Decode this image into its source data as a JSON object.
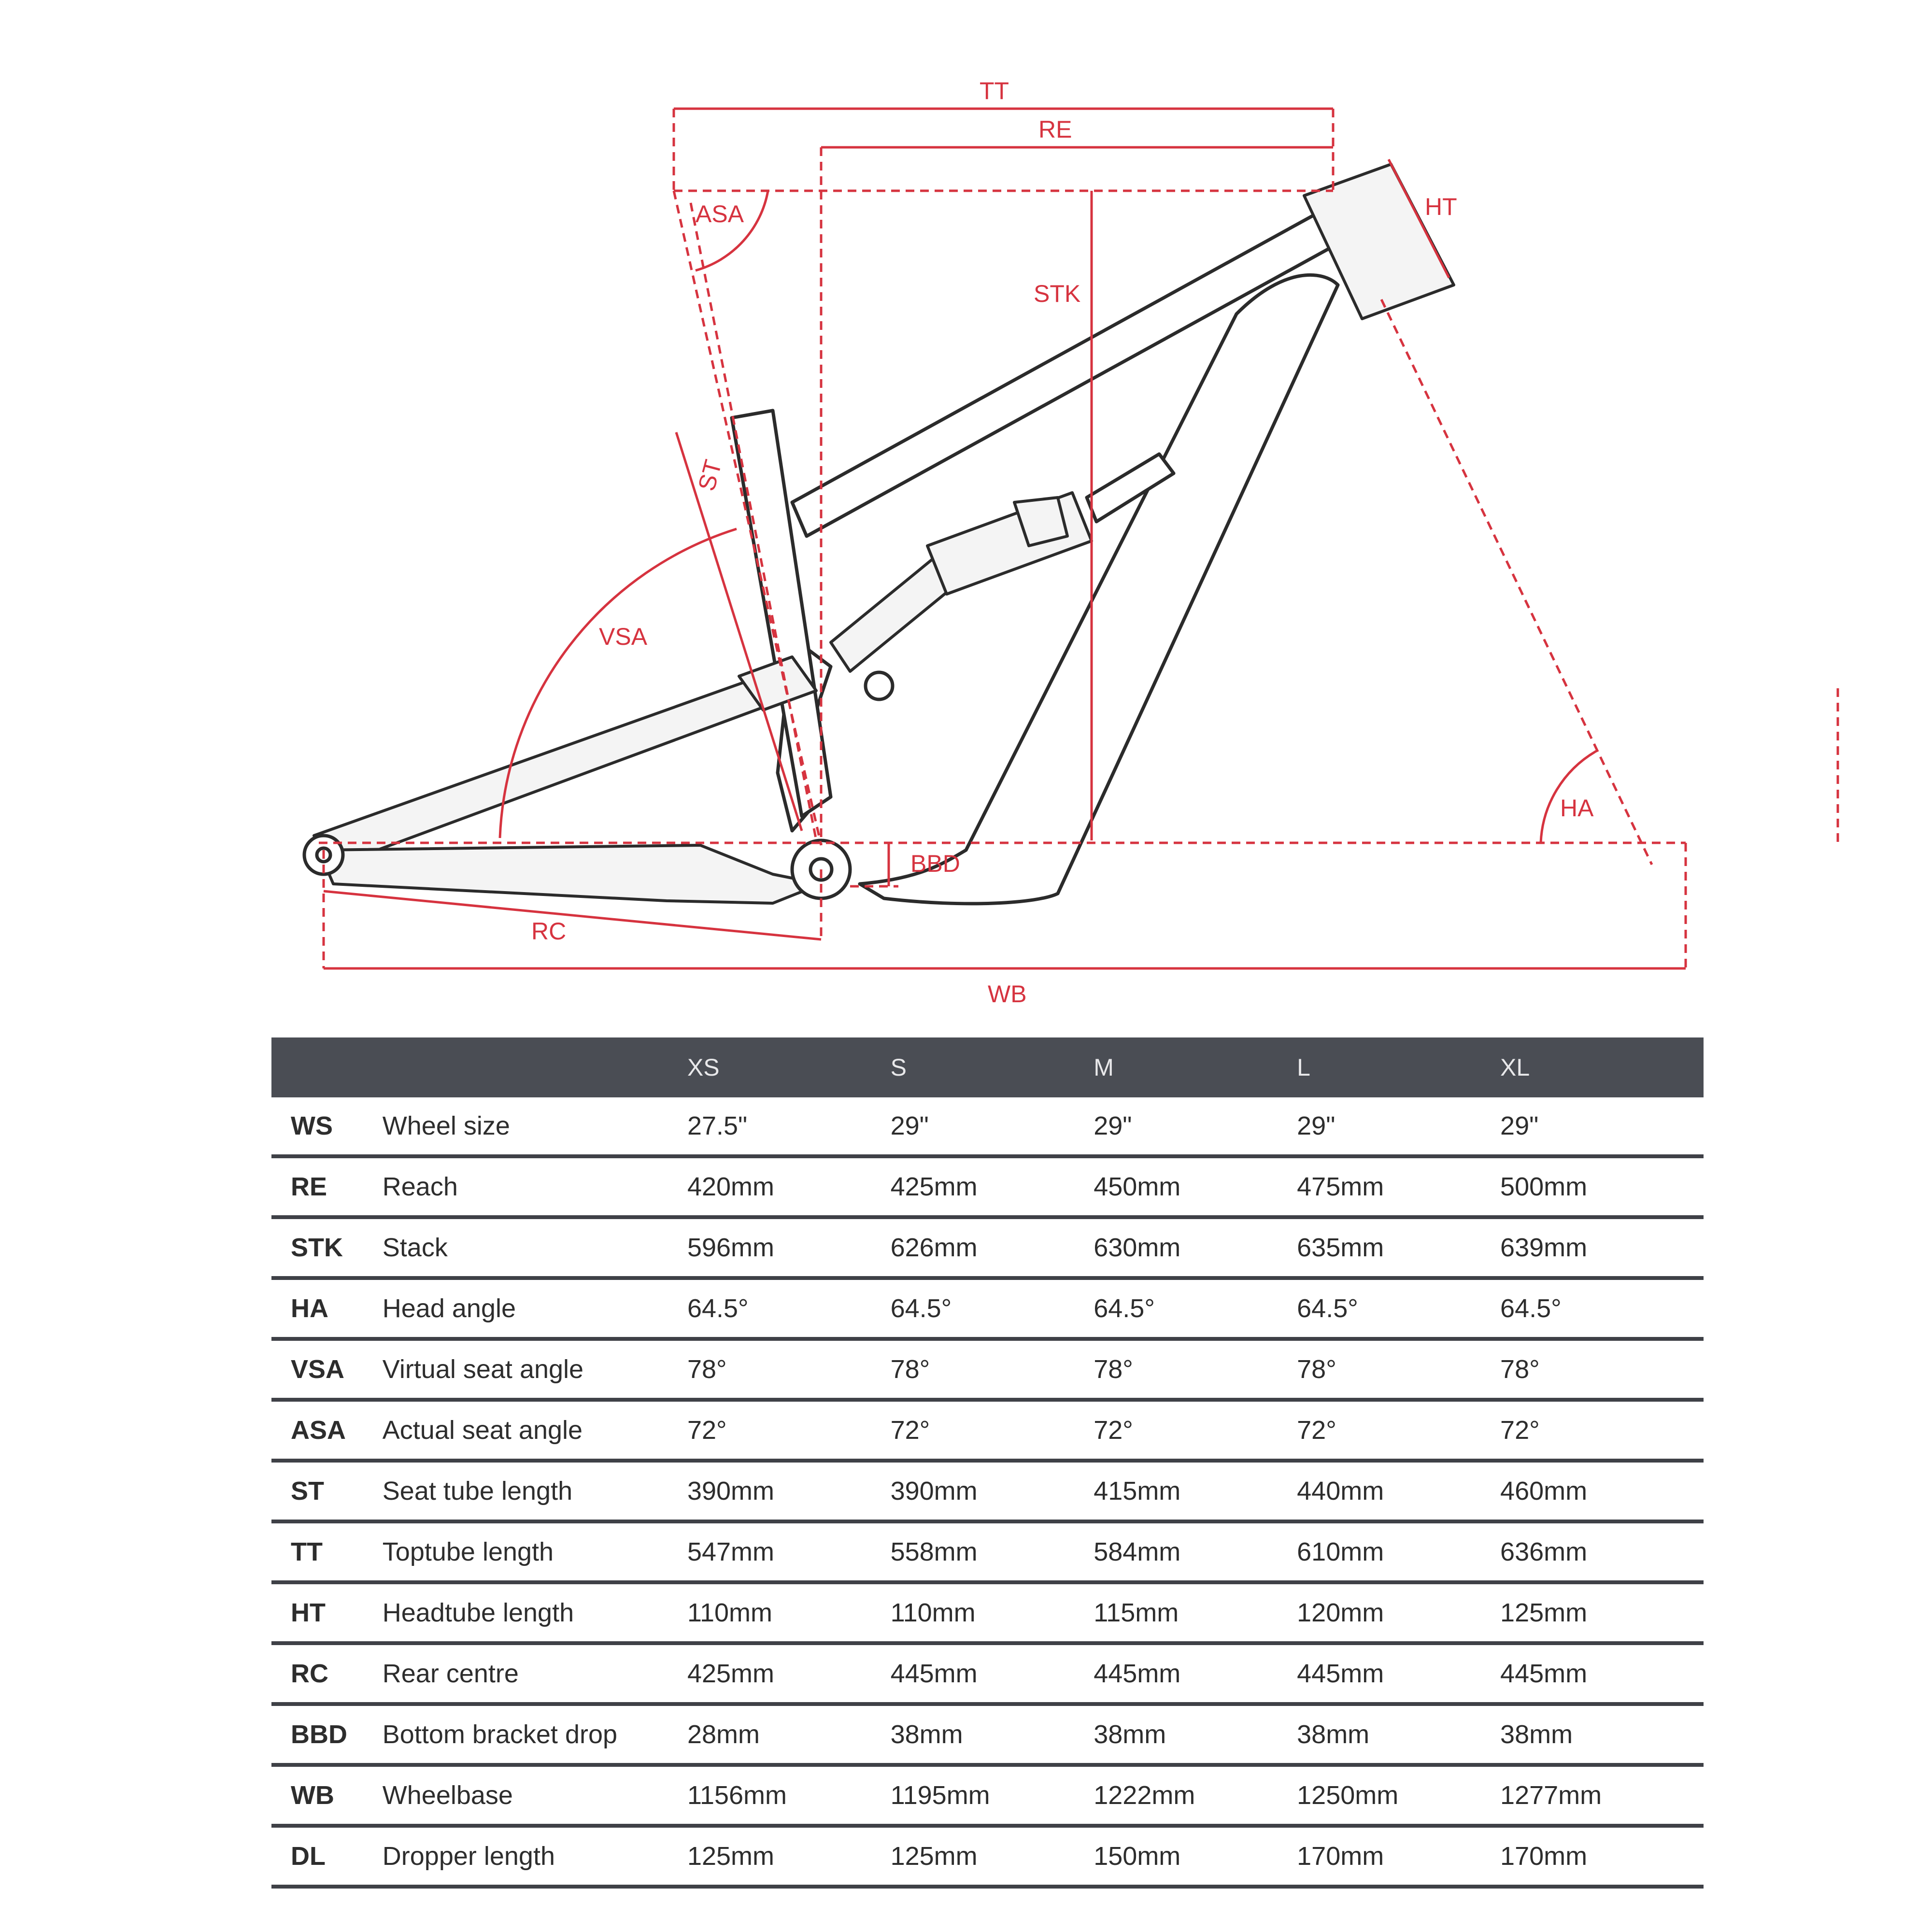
{
  "diagram": {
    "labels": {
      "tt": "TT",
      "re": "RE",
      "ht": "HT",
      "asa": "ASA",
      "stk": "STK",
      "st": "ST",
      "vsa": "VSA",
      "ha": "HA",
      "bbd": "BBD",
      "rc": "RC",
      "wb": "WB"
    },
    "colors": {
      "dimension": "#d6333f",
      "frame": "#2b2b2b",
      "table_header": "#4a4d54"
    }
  },
  "table": {
    "columns": [
      "",
      "",
      "XS",
      "S",
      "M",
      "L",
      "XL"
    ],
    "rows": [
      {
        "code": "WS",
        "label": "Wheel size",
        "values": [
          "27.5\"",
          "29\"",
          "29\"",
          "29\"",
          "29\""
        ]
      },
      {
        "code": "RE",
        "label": "Reach",
        "values": [
          "420mm",
          "425mm",
          "450mm",
          "475mm",
          "500mm"
        ]
      },
      {
        "code": "STK",
        "label": "Stack",
        "values": [
          "596mm",
          "626mm",
          "630mm",
          "635mm",
          "639mm"
        ]
      },
      {
        "code": "HA",
        "label": "Head angle",
        "values": [
          "64.5°",
          "64.5°",
          "64.5°",
          "64.5°",
          "64.5°"
        ]
      },
      {
        "code": "VSA",
        "label": "Virtual seat angle",
        "values": [
          "78°",
          "78°",
          "78°",
          "78°",
          "78°"
        ]
      },
      {
        "code": "ASA",
        "label": "Actual seat angle",
        "values": [
          "72°",
          "72°",
          "72°",
          "72°",
          "72°"
        ]
      },
      {
        "code": "ST",
        "label": "Seat tube length",
        "values": [
          "390mm",
          "390mm",
          "415mm",
          "440mm",
          "460mm"
        ]
      },
      {
        "code": "TT",
        "label": "Toptube length",
        "values": [
          "547mm",
          "558mm",
          "584mm",
          "610mm",
          "636mm"
        ]
      },
      {
        "code": "HT",
        "label": "Headtube length",
        "values": [
          "110mm",
          "110mm",
          "115mm",
          "120mm",
          "125mm"
        ]
      },
      {
        "code": "RC",
        "label": "Rear centre",
        "values": [
          "425mm",
          "445mm",
          "445mm",
          "445mm",
          "445mm"
        ]
      },
      {
        "code": "BBD",
        "label": "Bottom bracket drop",
        "values": [
          "28mm",
          "38mm",
          "38mm",
          "38mm",
          "38mm"
        ]
      },
      {
        "code": "WB",
        "label": "Wheelbase",
        "values": [
          "1156mm",
          "1195mm",
          "1222mm",
          "1250mm",
          "1277mm"
        ]
      },
      {
        "code": "DL",
        "label": "Dropper length",
        "values": [
          "125mm",
          "125mm",
          "150mm",
          "170mm",
          "170mm"
        ]
      }
    ]
  }
}
